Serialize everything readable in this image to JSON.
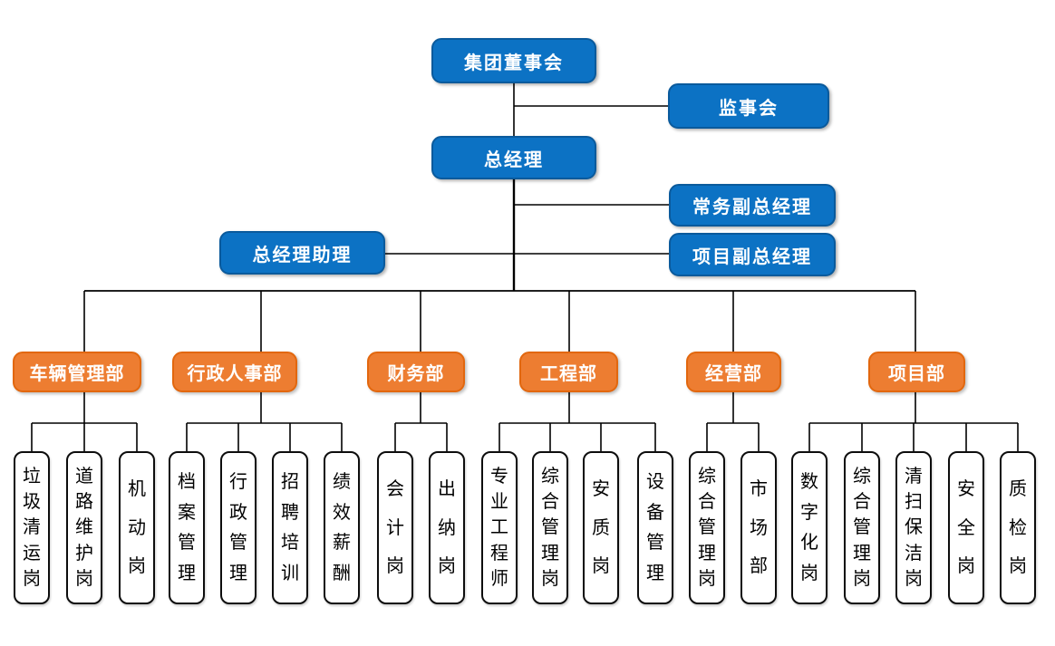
{
  "colors": {
    "node_blue": "#0C72C4",
    "node_blue_border": "#0A5A9C",
    "node_orange": "#ED7D31",
    "node_orange_border": "#E2670E",
    "leaf_background": "#FFFFFF",
    "leaf_border": "#0D0D0D",
    "connector": "#000000",
    "text_light": "#FFFFFF",
    "text_dark": "#000000"
  },
  "executive": {
    "board": {
      "label": "集团董事会"
    },
    "supervisory_board": {
      "label": "监事会"
    },
    "general_manager": {
      "label": "总经理"
    },
    "executive_deputy_gm": {
      "label": "常务副总经理"
    },
    "project_deputy_gm": {
      "label": "项目副总经理"
    },
    "gm_assistant": {
      "label": "总经理助理"
    }
  },
  "departments": [
    {
      "label": "车辆管理部",
      "positions": [
        "垃圾清运岗",
        "道路维护岗",
        "机动岗"
      ]
    },
    {
      "label": "行政人事部",
      "positions": [
        "档案管理",
        "行政管理",
        "招聘培训",
        "绩效薪酬"
      ]
    },
    {
      "label": "财务部",
      "positions": [
        "会计岗",
        "出纳岗"
      ]
    },
    {
      "label": "工程部",
      "positions": [
        "专业工程师",
        "综合管理岗",
        "安质岗",
        "设备管理"
      ]
    },
    {
      "label": "经营部",
      "positions": [
        "综合管理岗",
        "市场部"
      ]
    },
    {
      "label": "项目部",
      "positions": [
        "数字化岗",
        "综合管理岗",
        "清扫保洁岗",
        "安全岗",
        "质检岗"
      ]
    }
  ]
}
